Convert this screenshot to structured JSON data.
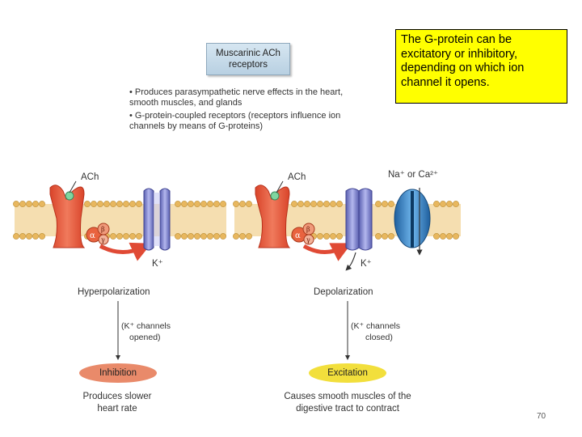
{
  "title_box": {
    "line1": "Muscarinic ACh",
    "line2": "receptors"
  },
  "bullets": [
    "• Produces parasympathetic nerve effects in the heart, smooth muscles, and glands",
    "• G-protein-coupled receptors (receptors influence ion channels by means of G-proteins)"
  ],
  "callout": "The G-protein can be excitatory or inhibitory, depending on which ion channel it opens.",
  "left_panel": {
    "ligand": "ACh",
    "ion": "K⁺",
    "effect": "Hyperpolarization",
    "channel_note_1": "(K⁺ channels",
    "channel_note_2": "opened)",
    "outcome": "Inhibition",
    "caption_1": "Produces slower",
    "caption_2": "heart rate"
  },
  "right_panel": {
    "ligand": "ACh",
    "ion_top": "Na⁺ or Ca²⁺",
    "ion": "K⁺",
    "effect": "Depolarization",
    "channel_note_1": "(K⁺ channels",
    "channel_note_2": "closed)",
    "outcome": "Excitation",
    "caption_1": "Causes smooth muscles of the",
    "caption_2": "digestive tract to contract"
  },
  "gprotein_labels": {
    "alpha": "α",
    "beta": "β",
    "gamma": "γ"
  },
  "page_number": "70",
  "colors": {
    "receptor": "#e8553a",
    "channel": "#8a8fd6",
    "na_channel": "#3b8fd4",
    "membrane": "#e8b75e",
    "inhibition": "#e98a6a",
    "excitation": "#f2df3c",
    "callout": "#ffff00"
  }
}
